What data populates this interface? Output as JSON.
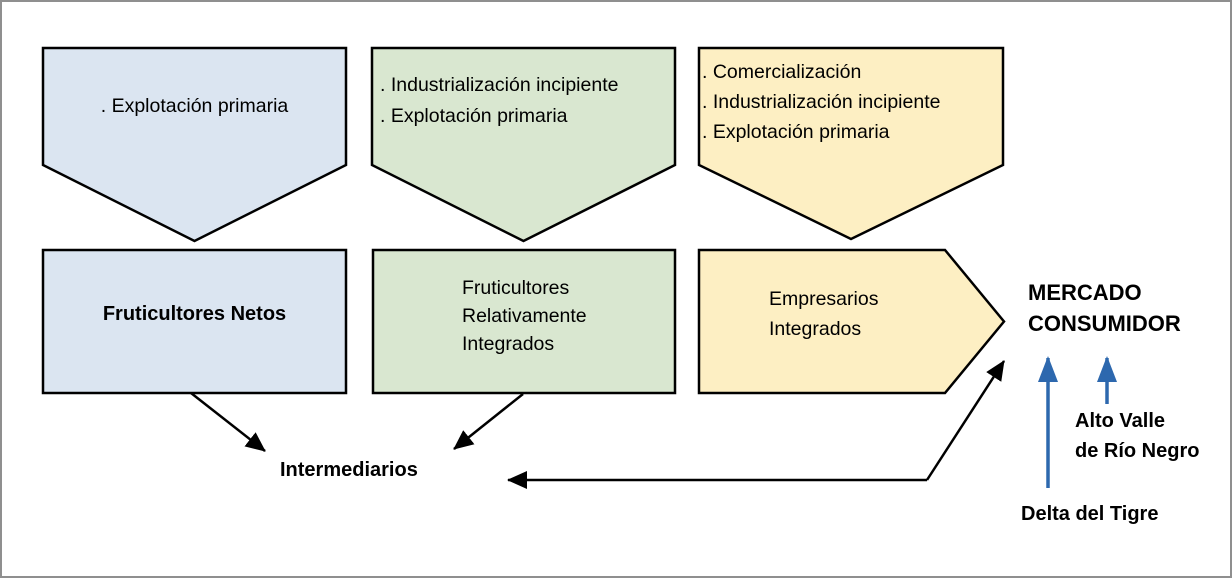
{
  "palette": {
    "blue_fill": "#dbe5f1",
    "green_fill": "#d9e7d0",
    "yellow_fill": "#fdefc3",
    "outline": "#000000",
    "blue_arrow": "#2d68ae",
    "background": "#ffffff",
    "frame_border": "#8f8f8f"
  },
  "function_shapes": [
    {
      "actor": "fruticultores-netos",
      "lines": [
        ". Explotación primaria"
      ]
    },
    {
      "actor": "fruticultores-relativamente-integrados",
      "lines": [
        ". Industrialización incipiente",
        ". Explotación primaria"
      ]
    },
    {
      "actor": "empresarios-integrados",
      "lines": [
        ". Comercialización",
        ". Industrialización incipiente",
        ". Explotación primaria"
      ]
    }
  ],
  "actor_shapes": [
    {
      "lines": [
        "Fruticultores Netos"
      ]
    },
    {
      "lines": [
        "Fruticultores",
        "Relativamente",
        "Integrados"
      ]
    },
    {
      "lines": [
        "Empresarios",
        "Integrados"
      ]
    }
  ],
  "market_label": {
    "lines": [
      "MERCADO",
      "CONSUMIDOR"
    ]
  },
  "intermediaries_label": "Intermediarios",
  "region_labels": [
    {
      "lines": [
        "Alto Valle",
        "de Río Negro"
      ]
    },
    {
      "lines": [
        "Delta del Tigre"
      ]
    }
  ]
}
